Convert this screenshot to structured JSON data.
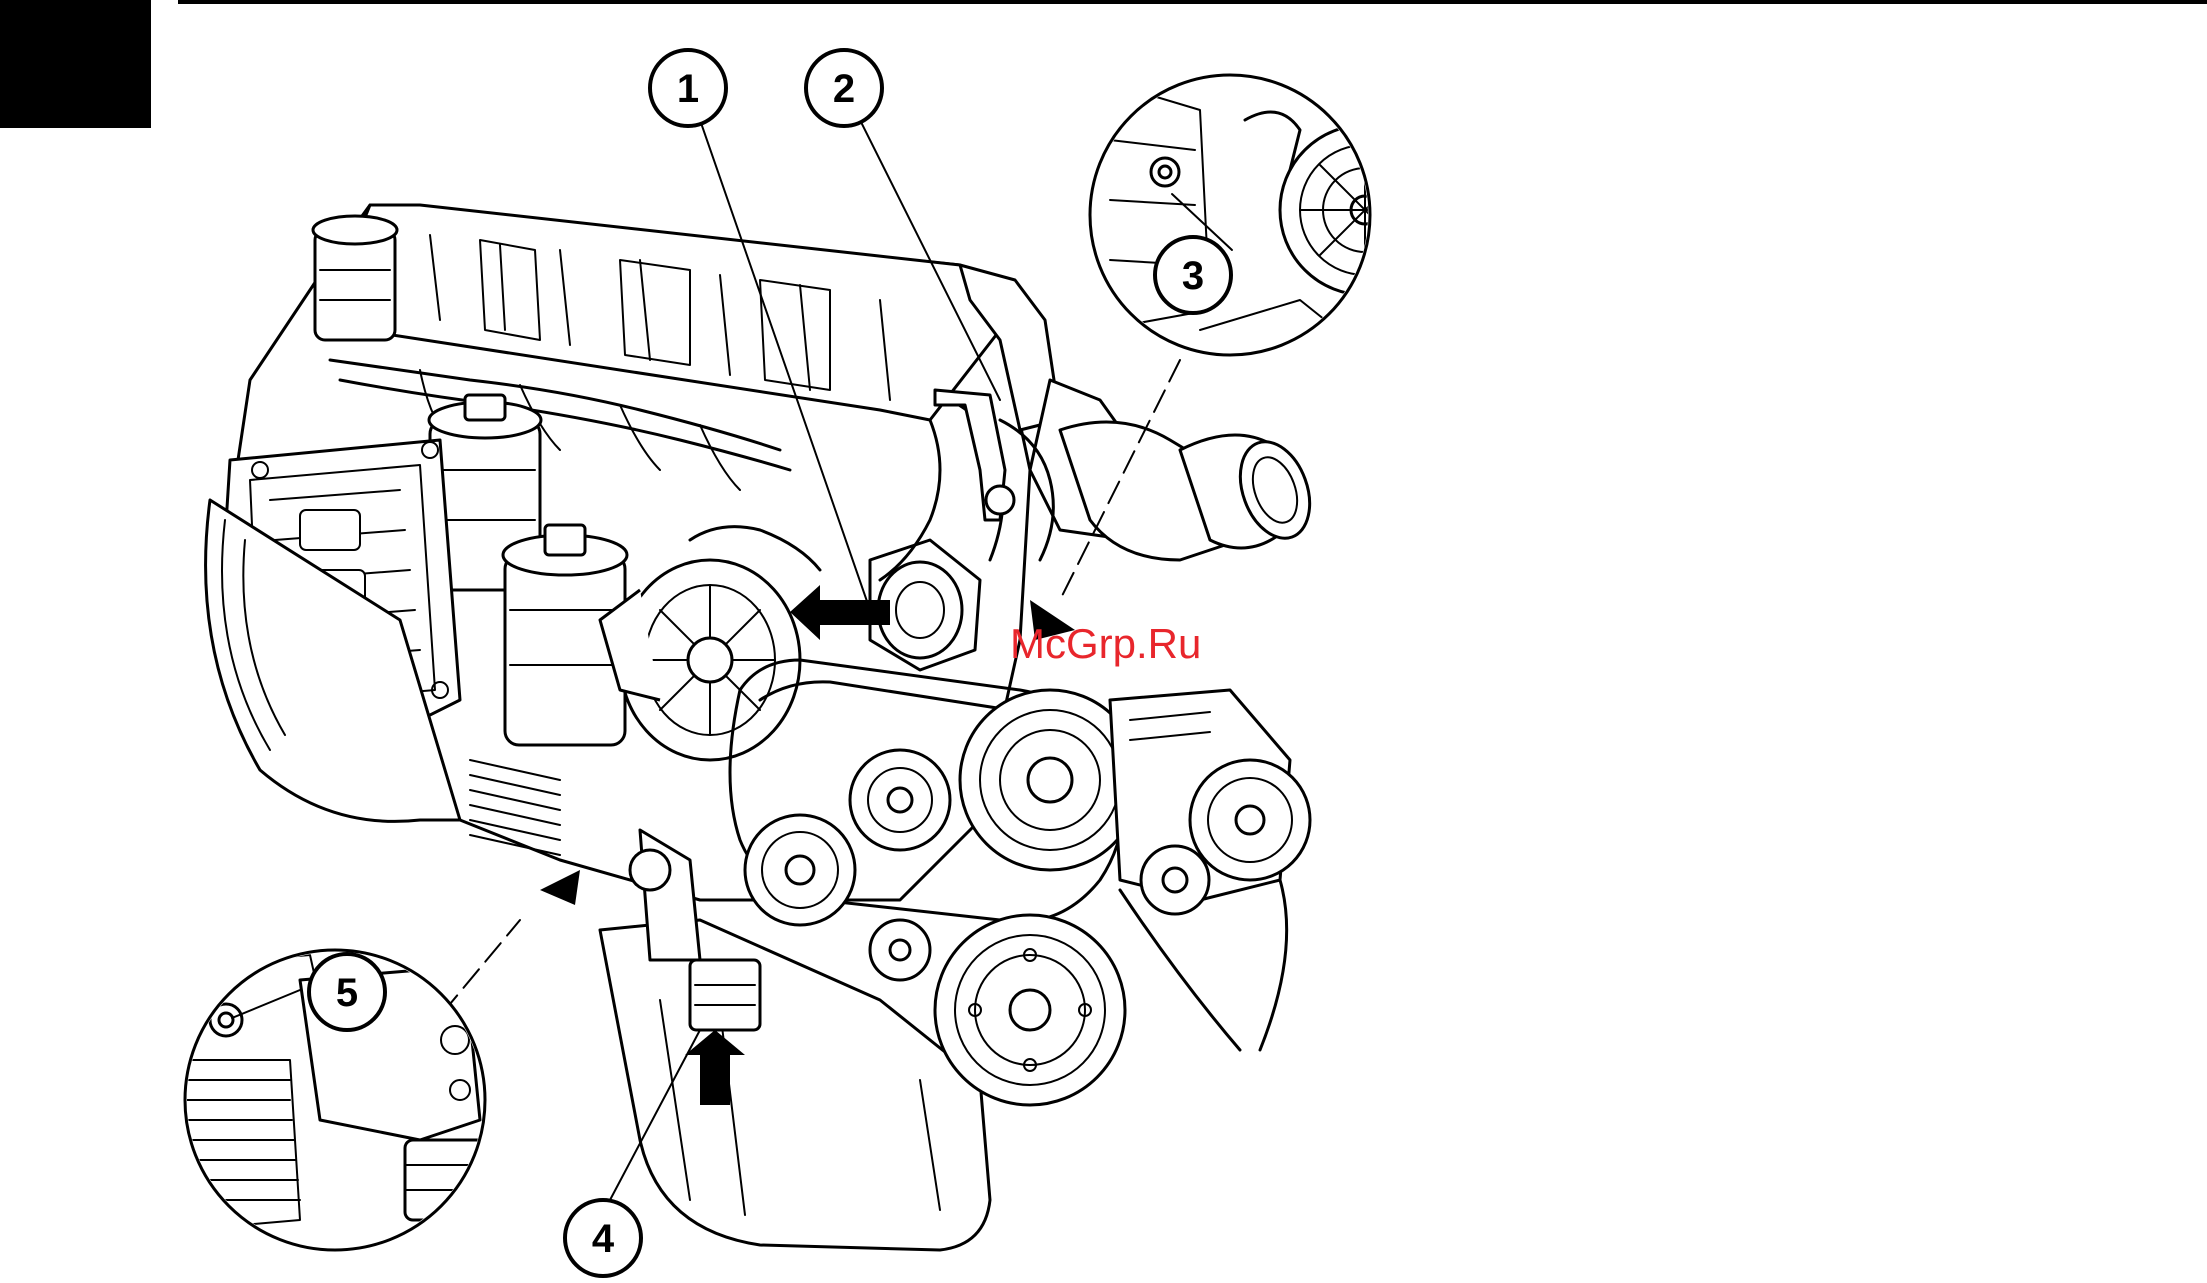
{
  "page": {
    "corner_tab_color": "#000000",
    "rule_color": "#000000"
  },
  "callouts": [
    {
      "id": "1",
      "label": "1"
    },
    {
      "id": "2",
      "label": "2"
    },
    {
      "id": "3",
      "label": "3"
    },
    {
      "id": "4",
      "label": "4"
    },
    {
      "id": "5",
      "label": "5"
    }
  ],
  "watermark": {
    "text": "McGrp.Ru",
    "color": "#e8262c"
  },
  "arrows": {
    "color": "#000000",
    "icons": [
      "arrow-left-icon",
      "arrow-up-icon",
      "arrow-down-right-icon"
    ]
  }
}
